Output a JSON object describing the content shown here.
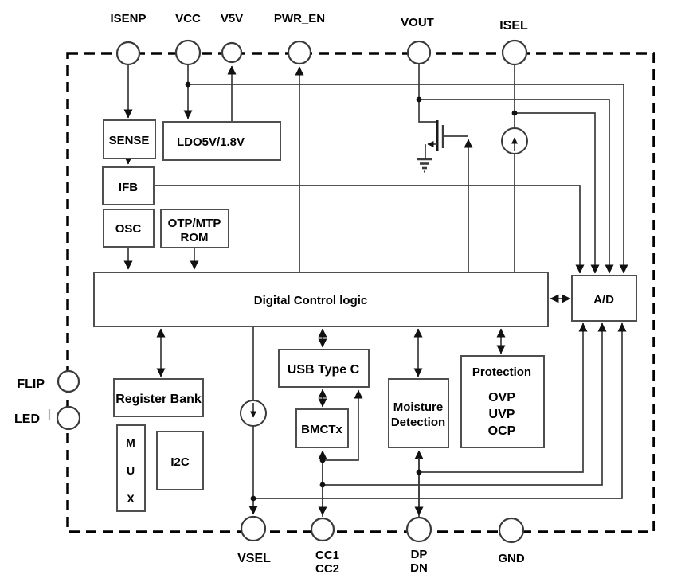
{
  "diagram": {
    "pins": {
      "top": {
        "isenp": "ISENP",
        "vcc": "VCC",
        "v5v": "V5V",
        "pwr_en": "PWR_EN",
        "vout": "VOUT",
        "isel": "ISEL"
      },
      "left": {
        "flip": "FLIP",
        "led": "LED"
      },
      "bottom": {
        "vsel": "VSEL",
        "cc1": "CC1",
        "cc2": "CC2",
        "dp": "DP",
        "dn": "DN",
        "gnd": "GND"
      }
    },
    "blocks": {
      "sense": "SENSE",
      "ldo": "LDO5V/1.8V",
      "ifb": "IFB",
      "osc": "OSC",
      "otp_line1": "OTP/MTP",
      "otp_line2": "ROM",
      "digital_control": "Digital Control logic",
      "adc": "A/D",
      "register_bank": "Register Bank",
      "mux_m": "M",
      "mux_u": "U",
      "mux_x": "X",
      "i2c": "I2C",
      "usb_type_c": "USB Type C",
      "bmctx": "BMCTx",
      "moisture_line1": "Moisture",
      "moisture_line2": "Detection",
      "protection_title": "Protection",
      "protection_ovp": "OVP",
      "protection_uvp": "UVP",
      "protection_ocp": "OCP"
    },
    "colors": {
      "wire": "#3c3c3c",
      "box_stroke": "#4f4f4f",
      "pin_stroke": "#3a3a3a",
      "chip_border": "#000000",
      "text": "#000000",
      "background": "#ffffff"
    }
  }
}
